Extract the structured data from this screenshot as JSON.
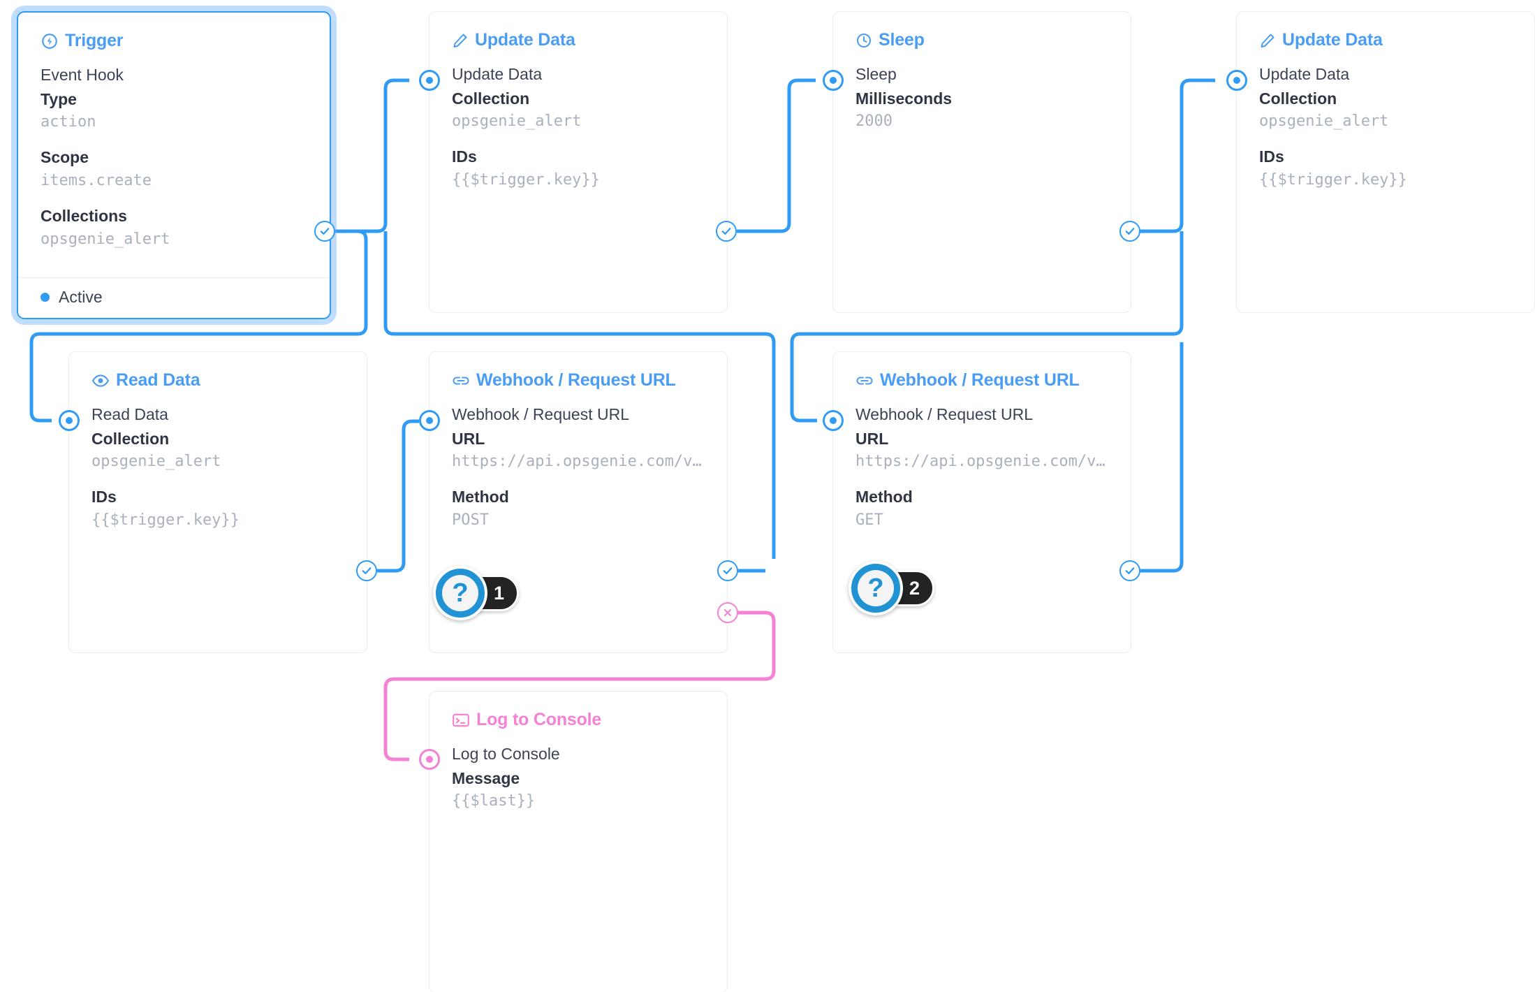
{
  "colors": {
    "accent": "#2f9bf5",
    "accent_title": "#4a9df3",
    "pink": "#f581d4",
    "value_text": "#a8b1bd",
    "key_text": "#2f3542",
    "badge_bg": "#232323",
    "badge_ring": "#2193d4"
  },
  "nodes": {
    "trigger": {
      "title": "Trigger",
      "icon": "lightning-circle-icon",
      "subtitle": "Event Hook",
      "fields": [
        {
          "key": "Type",
          "value": "action"
        },
        {
          "key": "Scope",
          "value": "items.create"
        },
        {
          "key": "Collections",
          "value": "opsgenie_alert"
        }
      ],
      "status": "Active"
    },
    "update_data_1": {
      "title": "Update Data",
      "icon": "pencil-icon",
      "name": "Update Data",
      "fields": [
        {
          "key": "Collection",
          "value": "opsgenie_alert"
        },
        {
          "key": "IDs",
          "value": "{{$trigger.key}}"
        }
      ]
    },
    "sleep": {
      "title": "Sleep",
      "icon": "clock-icon",
      "name": "Sleep",
      "fields": [
        {
          "key": "Milliseconds",
          "value": "2000"
        }
      ]
    },
    "update_data_2": {
      "title": "Update Data",
      "icon": "pencil-icon",
      "name": "Update Data",
      "fields": [
        {
          "key": "Collection",
          "value": "opsgenie_alert"
        },
        {
          "key": "IDs",
          "value": "{{$trigger.key}}"
        }
      ]
    },
    "read_data": {
      "title": "Read Data",
      "icon": "eye-icon",
      "name": "Read Data",
      "fields": [
        {
          "key": "Collection",
          "value": "opsgenie_alert"
        },
        {
          "key": "IDs",
          "value": "{{$trigger.key}}"
        }
      ]
    },
    "webhook_post": {
      "title": "Webhook / Request URL",
      "icon": "link-icon",
      "name": "Webhook / Request URL",
      "fields": [
        {
          "key": "URL",
          "value": "https://api.opsgenie.com/v…"
        },
        {
          "key": "Method",
          "value": "POST"
        }
      ],
      "badge": "1"
    },
    "webhook_get": {
      "title": "Webhook / Request URL",
      "icon": "link-icon",
      "name": "Webhook / Request URL",
      "fields": [
        {
          "key": "URL",
          "value": "https://api.opsgenie.com/v…"
        },
        {
          "key": "Method",
          "value": "GET"
        }
      ],
      "badge": "2"
    },
    "log_console": {
      "title": "Log to Console",
      "icon": "terminal-icon",
      "name": "Log to Console",
      "fields": [
        {
          "key": "Message",
          "value": "{{$last}}"
        }
      ]
    }
  },
  "badges": {
    "q_symbol": "?",
    "one": "1",
    "two": "2"
  },
  "ports": {
    "resolve_icon": "check-circle-icon",
    "reject_icon": "x-circle-icon",
    "inlet_icon": "inlet-dot-icon"
  }
}
